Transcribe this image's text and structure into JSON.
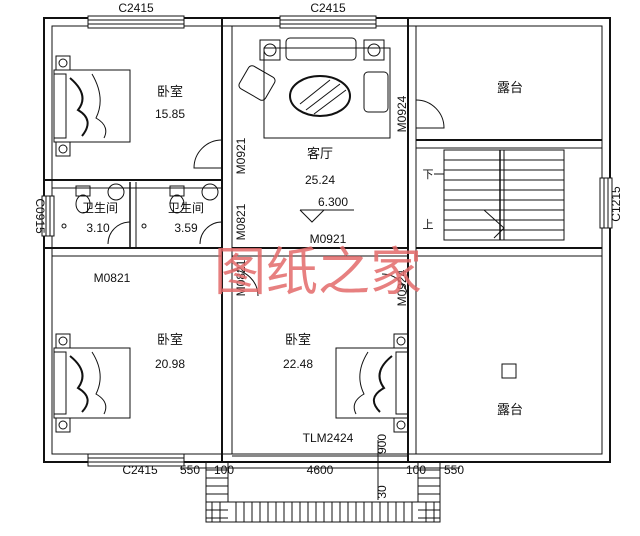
{
  "rooms": {
    "bedroom_top": {
      "name": "卧室",
      "area": "15.85"
    },
    "living": {
      "name": "客厅",
      "area": "25.24"
    },
    "terrace_top": {
      "name": "露台"
    },
    "bath_1": {
      "name": "卫生间",
      "area": "3.10"
    },
    "bath_2": {
      "name": "卫生间",
      "area": "3.59"
    },
    "bedroom_left": {
      "name": "卧室",
      "area": "20.98"
    },
    "bedroom_mid": {
      "name": "卧室",
      "area": "22.48"
    },
    "terrace_bottom": {
      "name": "露台"
    }
  },
  "labels": {
    "window_top_left": "C2415",
    "window_top_mid": "C2415",
    "window_left": "C0915",
    "window_right": "C1215",
    "window_bottom_left": "C2415",
    "door_m0921_a": "M0921",
    "door_m0921_b": "M0921",
    "door_m0821_a": "M0821",
    "door_m0821_b": "M0821",
    "door_m0821_c": "M0821",
    "door_m0924_a": "M0924",
    "door_m0924_b": "M0924",
    "door_tlm": "TLM2424",
    "elevation": "6.300",
    "stair_down": "下",
    "stair_up": "上"
  },
  "dimensions": {
    "bottom_left": "550",
    "bottom_left_b": "100",
    "bottom_mid": "4600",
    "bottom_right_a": "100",
    "bottom_right_b": "550",
    "vertical_a": "900",
    "vertical_b": "30"
  },
  "watermark": "图纸之家",
  "colors": {
    "line": "#111111",
    "watermark": "#e36a6a",
    "bg": "#ffffff"
  }
}
